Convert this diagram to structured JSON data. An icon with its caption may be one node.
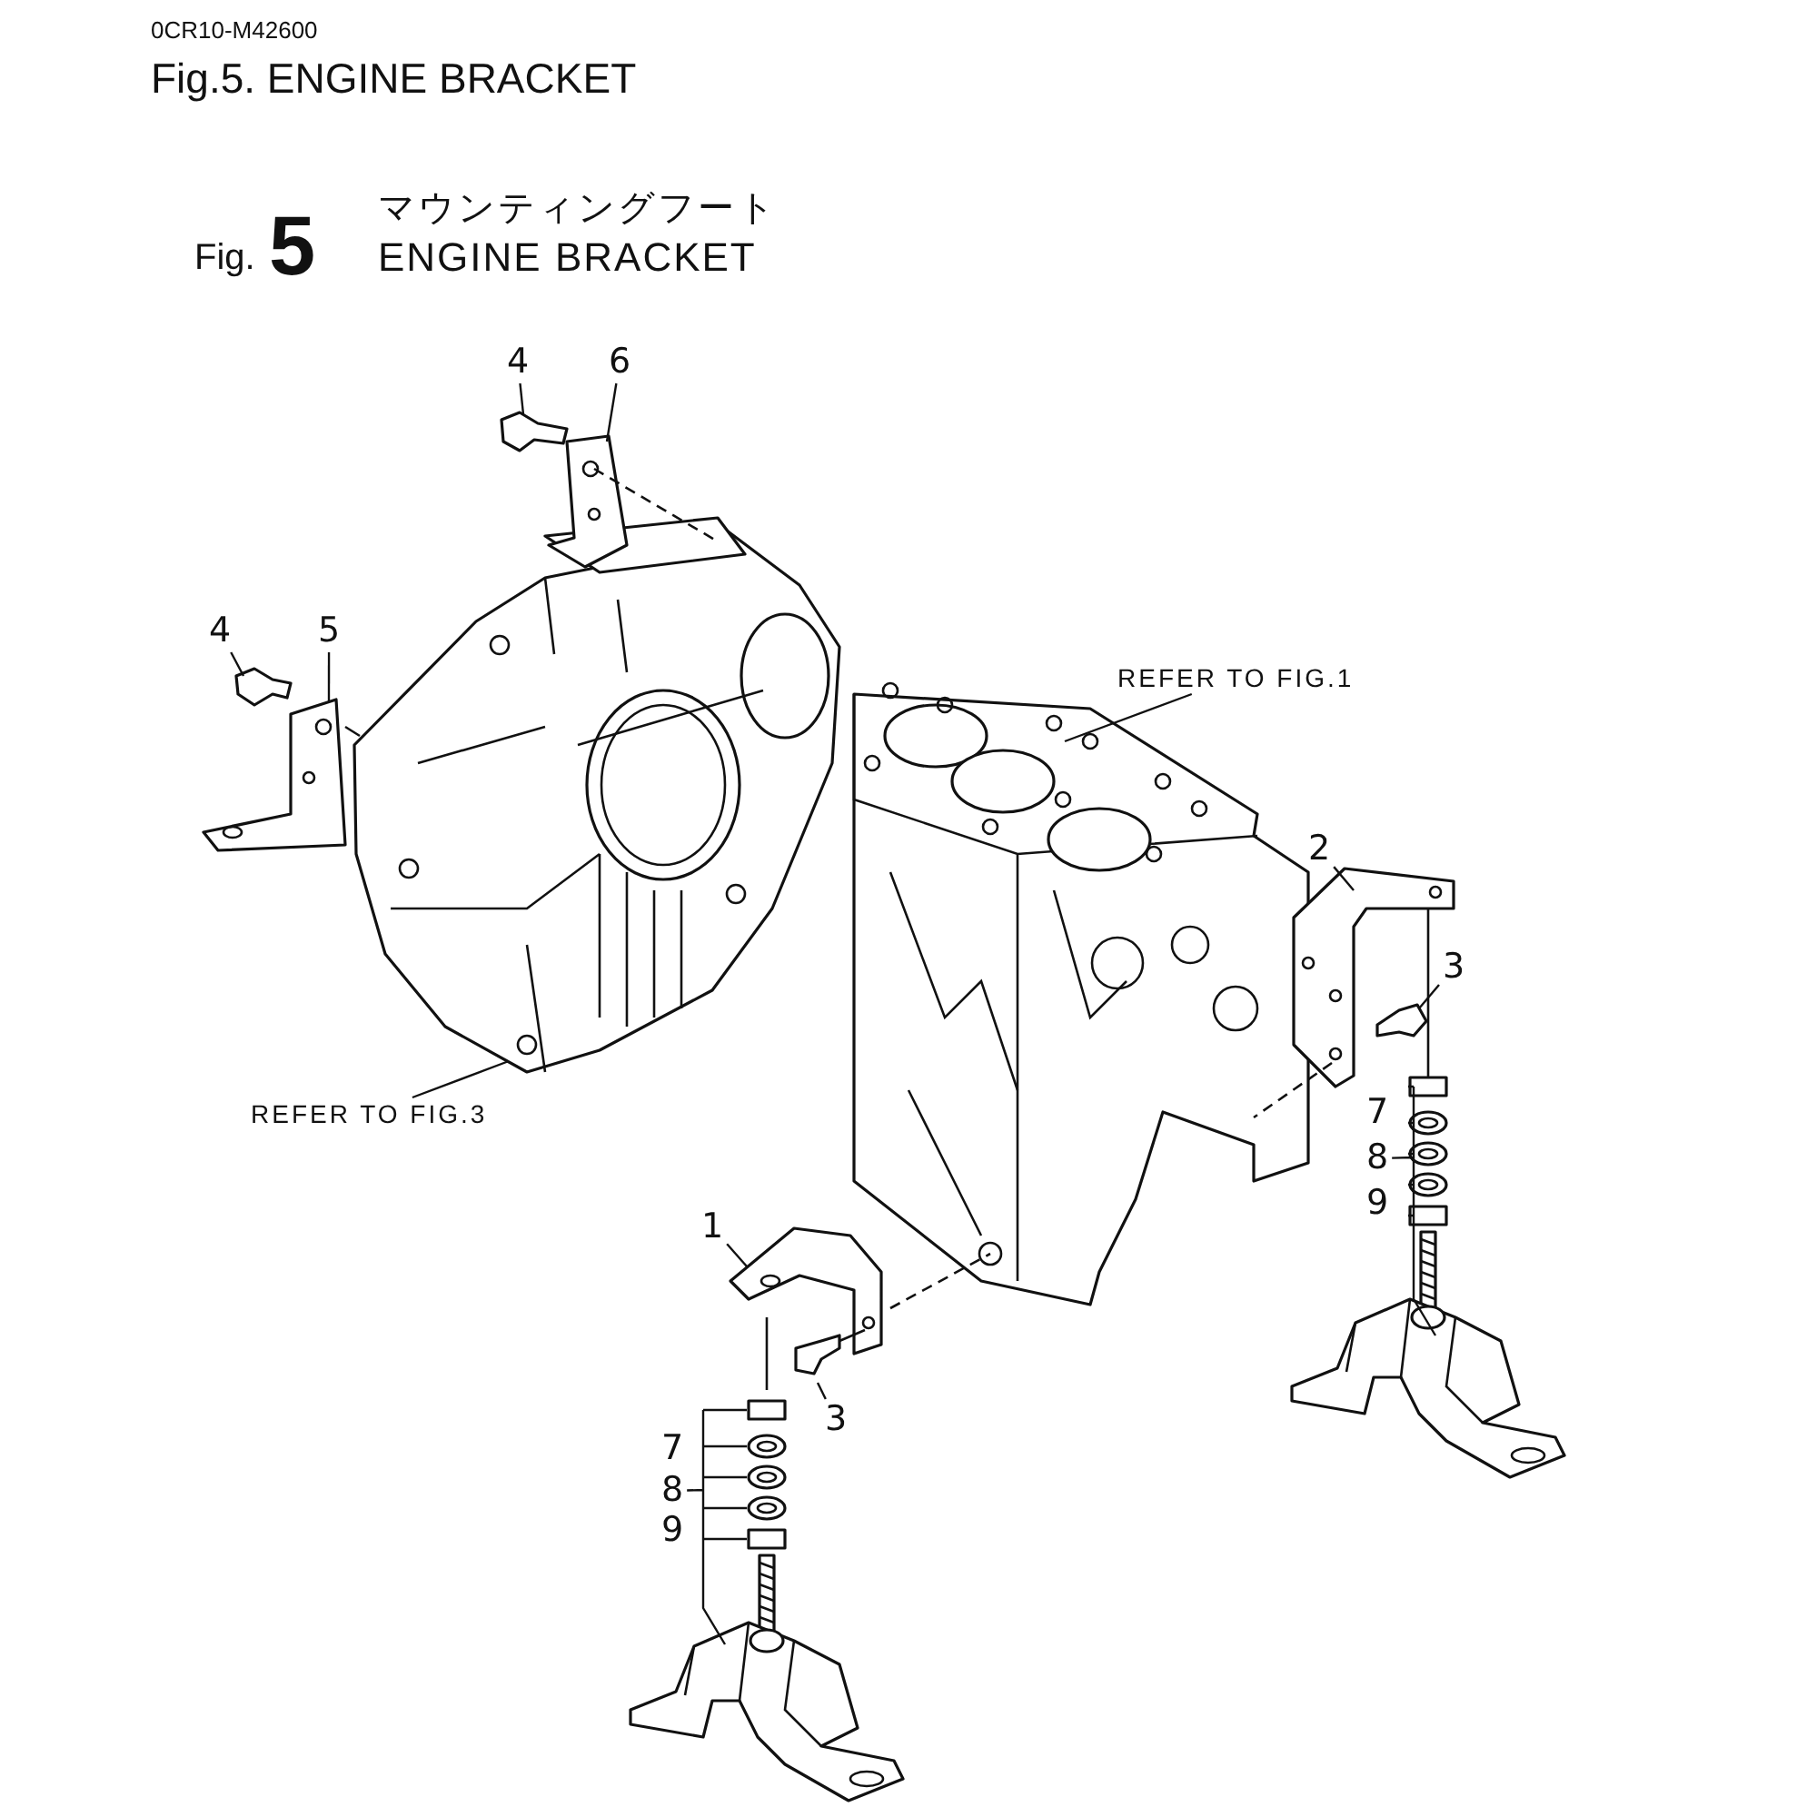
{
  "diagram": {
    "title": "Fig.5.  ENGINE BRACKET",
    "nodes": [
      {
        "text": [
          "4"
        ]
      },
      {
        "text": [
          "6"
        ]
      },
      {
        "text": [
          "4"
        ]
      },
      {
        "text": [
          "5"
        ]
      },
      {
        "text": [
          "REFER TO FIG.1"
        ]
      },
      {
        "text": [
          "REFER TO FIG.3"
        ]
      },
      {
        "text": [
          "2"
        ]
      },
      {
        "text": [
          "3"
        ]
      },
      {
        "text": [
          "8"
        ]
      },
      {
        "text": [
          "1"
        ]
      },
      {
        "text": [
          "3"
        ]
      },
      {
        "text": [
          "8"
        ]
      }
    ],
    "edges": [
      {
        "from": 0,
        "to": null,
        "arrow": "none"
      },
      {
        "from": 1,
        "to": null,
        "arrow": "none"
      },
      {
        "from": 2,
        "to": null,
        "arrow": "none"
      },
      {
        "from": 3,
        "to": null,
        "arrow": "none"
      },
      {
        "from": 4,
        "to": null,
        "arrow": "none"
      },
      {
        "from": 5,
        "to": null,
        "arrow": "none"
      },
      {
        "from": 6,
        "to": null,
        "arrow": "none"
      },
      {
        "from": 7,
        "to": null,
        "arrow": "none"
      },
      {
        "from": 8,
        "to": null,
        "arrow": "none"
      },
      {
        "from": 9,
        "to": null,
        "arrow": "none"
      },
      {
        "from": 10,
        "to": null,
        "arrow": "none"
      },
      {
        "from": 11,
        "to": null,
        "arrow": "none"
      }
    ],
    "labels": [
      "0CR10-M42600",
      "Fig.",
      "5",
      "マウンティングフート",
      "ENGINE BRACKET",
      "7",
      "9",
      "7",
      "9"
    ]
  }
}
